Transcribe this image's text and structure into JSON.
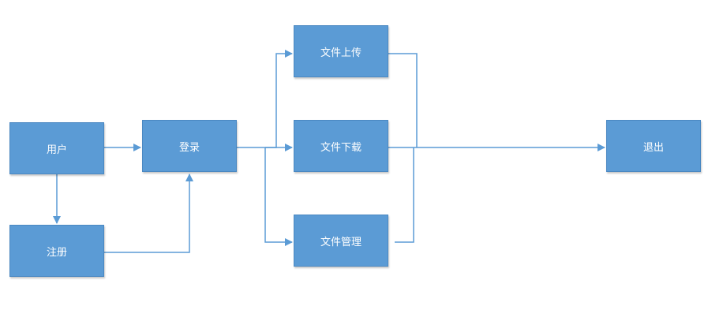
{
  "nodes": {
    "user": "用户",
    "register": "注册",
    "login": "登录",
    "upload": "文件上传",
    "download": "文件下载",
    "manage": "文件管理",
    "logout": "退出"
  },
  "colors": {
    "node_fill": "#5b9bd5",
    "node_border": "#4a88c2",
    "connector": "#5b9bd5",
    "text": "#ffffff"
  }
}
